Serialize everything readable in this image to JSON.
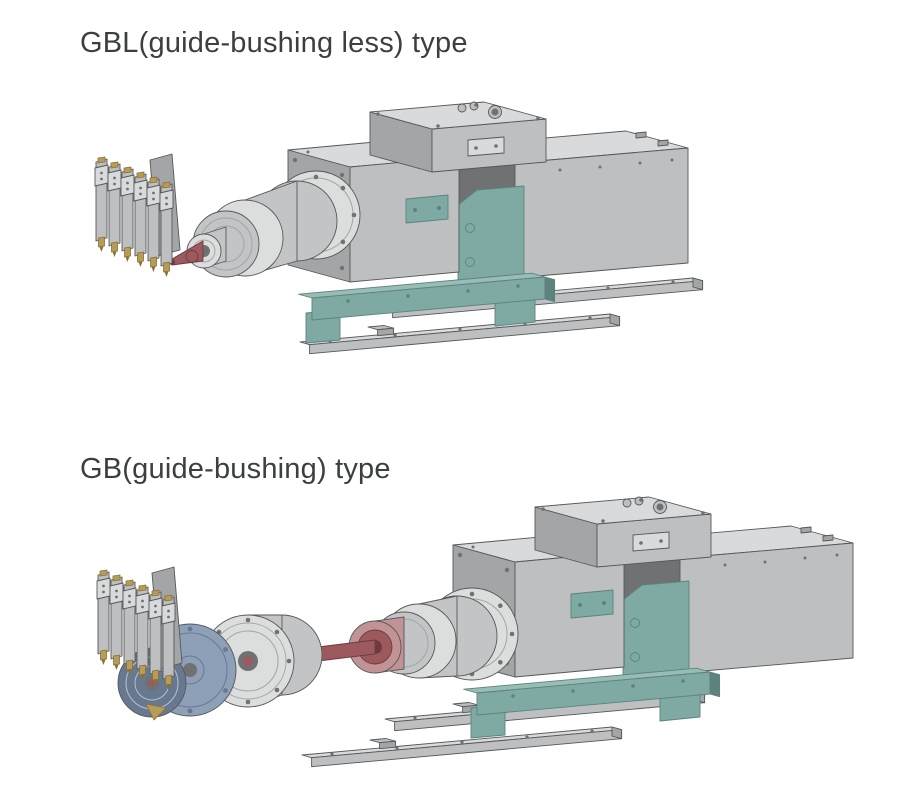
{
  "page": {
    "background_color": "#ffffff"
  },
  "sections": [
    {
      "id": "gbl",
      "title": "GBL(guide-bushing less) type"
    },
    {
      "id": "gb",
      "title": "GB(guide-bushing) type"
    }
  ],
  "colors": {
    "heading_text": "#3c3f41",
    "page_bg": "#ffffff",
    "body_light": "#d9dadb",
    "body_mid": "#bdbfc1",
    "body_dark": "#a3a5a7",
    "body_deep": "#6f7173",
    "outline": "#55585a",
    "teal": "#7fa9a3",
    "teal_dark": "#5d837e",
    "teal_light": "#98bcb6",
    "spindle_light": "#dcdddd",
    "spindle_mid": "#c3c4c5",
    "rose": "#c29395",
    "shaft_red": "#9d5a5e",
    "shaft_red_dark": "#6e3a3e",
    "bushing_blue": "#8da0b8",
    "bushing_blue_dark": "#68798f",
    "bushing_blue_light": "#b3c1d4",
    "brass": "#b89b57",
    "brass_dark": "#8a7136"
  }
}
